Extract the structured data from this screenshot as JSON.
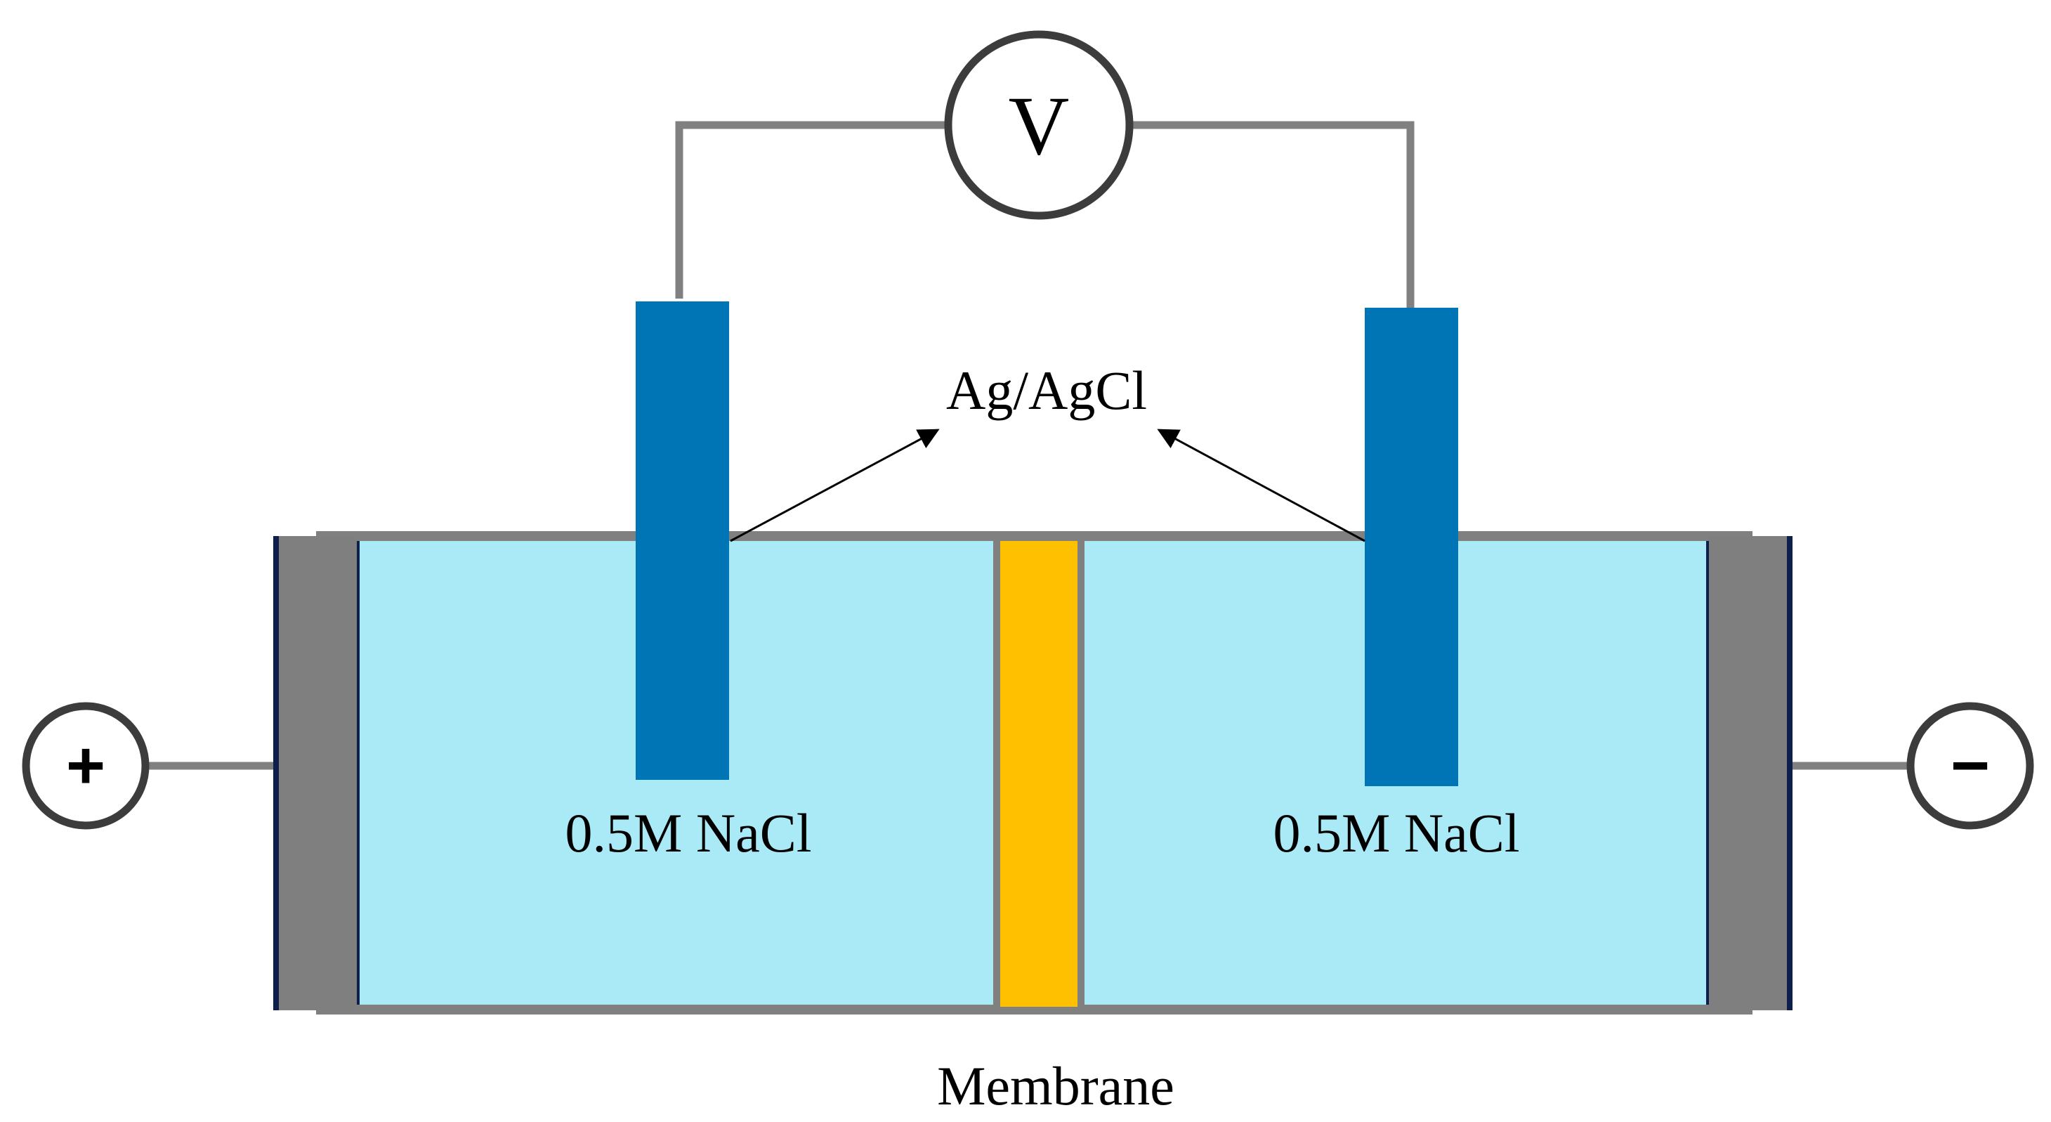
{
  "diagram": {
    "voltmeter_symbol": "V",
    "electrode_label": "Ag/AgCl",
    "left_solution_label": "0.5M NaCl",
    "right_solution_label": "0.5M NaCl",
    "membrane_label": "Membrane",
    "positive_terminal_symbol": "+",
    "negative_terminal_symbol": "−"
  },
  "colors": {
    "solution": "#aaeaf7",
    "electrode": "#0075b6",
    "membrane": "#ffc000",
    "end_plate": "#7f7f7f",
    "wire": "#808080",
    "frame_border": "#0d1f4a"
  }
}
